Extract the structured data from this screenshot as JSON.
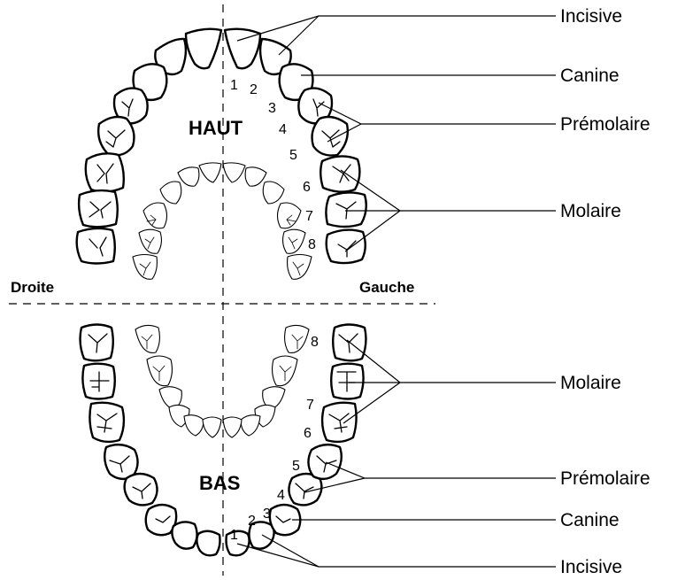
{
  "upper": {
    "title": "HAUT",
    "numbers": [
      "1",
      "2",
      "3",
      "4",
      "5",
      "6",
      "7",
      "8"
    ],
    "labels": {
      "incisive": "Incisive",
      "canine": "Canine",
      "premolaire": "Prémolaire",
      "molaire": "Molaire"
    }
  },
  "lower": {
    "title": "BAS",
    "numbers": [
      "1",
      "2",
      "3",
      "4",
      "5",
      "6",
      "7",
      "8"
    ],
    "labels": {
      "molaire": "Molaire",
      "premolaire": "Prémolaire",
      "canine": "Canine",
      "incisive": "Incisive"
    }
  },
  "sides": {
    "right": "Droite",
    "left": "Gauche"
  }
}
